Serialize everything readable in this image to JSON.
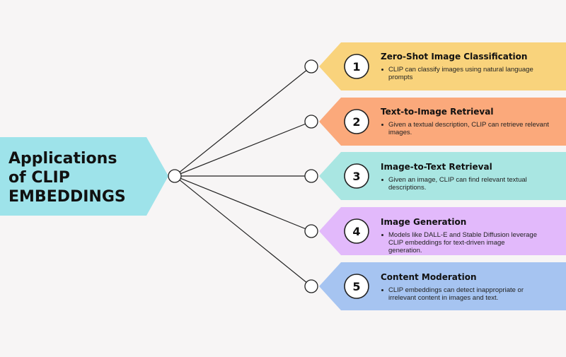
{
  "title": "Applications\nof CLIP\nEMBEDDINGS",
  "colors": {
    "title_box": "#9ee3ea",
    "line": "#222222",
    "node_fill": "#ffffff",
    "badge_fill": "#ffffff"
  },
  "items": [
    {
      "number": "1",
      "title": "Zero-Shot Image Classification",
      "description": "CLIP can classify images using natural language prompts",
      "color": "#f9d37c"
    },
    {
      "number": "2",
      "title": "Text-to-Image Retrieval",
      "description": "Given a textual description, CLIP can retrieve relevant images.",
      "color": "#fba97b"
    },
    {
      "number": "3",
      "title": "Image-to-Text Retrieval",
      "description": "Given an image, CLIP can find relevant textual descriptions.",
      "color": "#a9e6e2"
    },
    {
      "number": "4",
      "title": "Image Generation",
      "description": "Models like DALL-E and Stable Diffusion leverage CLIP embeddings for text-driven image generation.",
      "color": "#e2b9fb"
    },
    {
      "number": "5",
      "title": "Content Moderation",
      "description": "CLIP embeddings can detect inappropriate or irrelevant content in images and text.",
      "color": "#a6c4f1"
    }
  ]
}
